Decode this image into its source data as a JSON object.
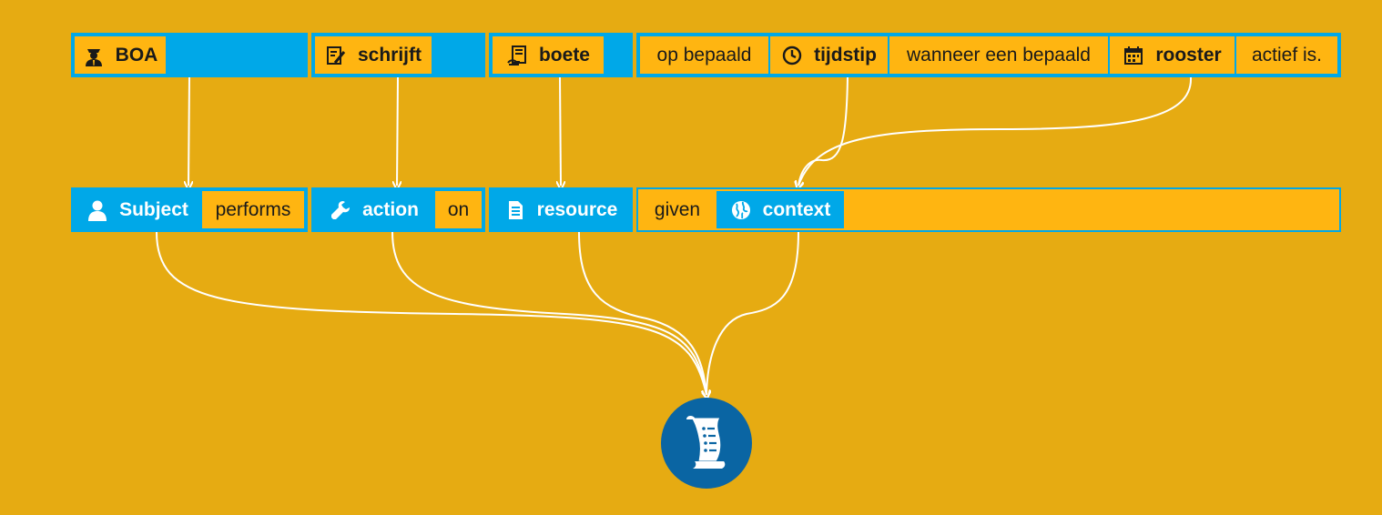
{
  "top_row": {
    "subject_value": "BOA",
    "action_value": "schrijft",
    "resource_value": "boete",
    "context_prefix": "op bepaald",
    "context_time": "tijdstip",
    "context_middle": "wanneer een bepaald",
    "context_schedule": "rooster",
    "context_suffix": "actief is."
  },
  "template_row": {
    "subject": "Subject",
    "performs": "performs",
    "action": "action",
    "on": "on",
    "resource": "resource",
    "given": "given",
    "context": "context"
  },
  "icons": {
    "boa": "officer-icon",
    "schrijft": "write-icon",
    "boete": "fine-document-icon",
    "tijdstip": "clock-icon",
    "rooster": "calendar-icon",
    "subject": "user-icon",
    "action": "wrench-icon",
    "resource": "document-icon",
    "context": "globe-icon",
    "policy": "scroll-icon"
  },
  "colors": {
    "background": "#e6ab12",
    "blue": "#00a8e8",
    "orange": "#ffb511",
    "badge": "#0a65a3"
  }
}
